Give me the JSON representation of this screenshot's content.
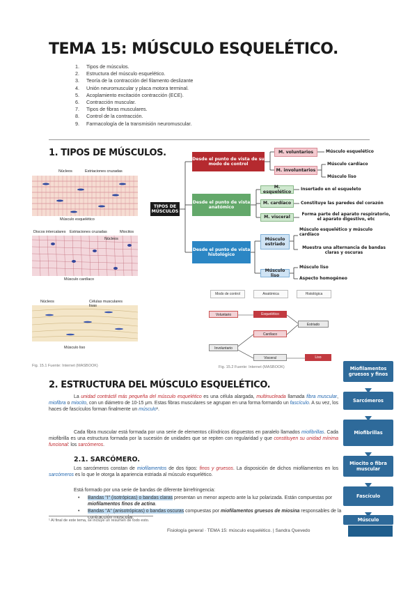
{
  "title": "TEMA 15: MÚSCULO ESQUELÉTICO.",
  "toc": [
    {
      "n": "1.",
      "text": "Tipos de músculos."
    },
    {
      "n": "2.",
      "text": "Estructura del músculo esquelético."
    },
    {
      "n": "3.",
      "text": "Teoría de la contracción del filamento deslizante"
    },
    {
      "n": "4.",
      "text": "Unión neuromuscular y placa motora terminal."
    },
    {
      "n": "5.",
      "text": "Acoplamiento excitación contracción (ECE)."
    },
    {
      "n": "6.",
      "text": "Contracción muscular."
    },
    {
      "n": "7.",
      "text": "Tipos de fibras musculares."
    },
    {
      "n": "8.",
      "text": "Control de la contracción."
    },
    {
      "n": "9.",
      "text": "Farmacología de la transmisión neuromuscular."
    }
  ],
  "section1": {
    "heading": "1. TIPOS DE MÚSCULOS.",
    "micro_labels": {
      "a_nucleos": "Núcleos",
      "a_estriaciones": "Estriaciones cruzadas",
      "a_title": "Músculo esquelético",
      "b_discos": "Discos intercalares",
      "b_estriaciones": "Estriaciones cruzadas",
      "b_miocitos": "Miocitos",
      "b_nucleos": "Núcleos",
      "b_title": "Músculo cardíaco",
      "c_nucleos": "Núcleos",
      "c_celulas": "Células musculares lisas",
      "c_title": "Músculo liso"
    },
    "caption_left": "Fig. 15.1 Fuente: Internet (MASBOOK)",
    "caption_right": "Fig. 15.2 Fuente: Internet (MASBOOK)"
  },
  "map": {
    "root": "TIPOS DE MÚSCULOS",
    "branch1": "Desde el punto de vista de su modo de control",
    "branch2": "Desde el punto de vista anatómico",
    "branch3": "Desde el punto de vista histológico",
    "b1_voluntarios": "M. voluntarios",
    "b1_involuntarios": "M. involuntarios",
    "b1_leaf1": "Músculo esquelético",
    "b1_leaf2": "Músculo cardíaco",
    "b1_leaf3": "Músculo liso",
    "b2_esq": "M. esquelético",
    "b2_card": "M. cardíaco",
    "b2_visc": "M. visceral",
    "b2_leaf1": "Insertado en el esqueleto",
    "b2_leaf2": "Constituye las paredes del corazón",
    "b2_leaf3": "Forma parte del aparato respiratorio, el aparato digestivo, etc",
    "b3_estriado": "Músculo estriado",
    "b3_liso": "Músculo liso",
    "b3_leaf1": "Músculo esquelético y músculo cardíaco",
    "b3_leaf2": "Muestra una alternancia de bandas claras y oscuras",
    "b3_leaf3": "Músculo liso",
    "b3_leaf4": "Aspecto homogéneo"
  },
  "diagram": {
    "col1": "Modo de control",
    "col2": "Anatómica",
    "col3": "Histológica",
    "voluntario": "Voluntario",
    "esqueletico": "Esquelético",
    "estriado": "Estriado",
    "cardiaco": "Cardíaco",
    "involuntario": "Involuntario",
    "visceral": "Visceral",
    "liso": "Liso"
  },
  "flow": [
    "Miofilamentos gruesos y finos",
    "Sarcómeros",
    "Miofibrillas",
    "Miocito o fibra muscular",
    "Fascículo",
    "Músculo"
  ],
  "section2": {
    "heading": "2. ESTRUCTURA DEL MÚSCULO ESQUELÉTICO.",
    "p1_a": "La ",
    "p1_b": "unidad contráctil más pequeña del músculo esquelético",
    "p1_c": " es una célula alargada, ",
    "p1_d": "multinucleada",
    "p1_e": " llamada ",
    "p1_f": "fibra muscular",
    "p1_g": ", ",
    "p1_h": "miofibra",
    "p1_i": " o ",
    "p1_j": "miocito",
    "p1_k": ", con un diámetro de 10-15 μm. Estas fibras musculares se agrupan en una forma formando un ",
    "p1_l": "fascículo",
    "p1_m": ". A su vez, los haces de fascículos forman finalmente un ",
    "p1_n": "músculo",
    "p1_o": "¹.",
    "p2_a": "Cada fibra muscular está formada por una serie de elementos cilíndricos dispuestos en paralelo llamados ",
    "p2_b": "miofibrillas",
    "p2_c": ". Cada miofibrilla es una estructura formada por la sucesión de unidades que se repiten con regularidad y que ",
    "p2_d": "constituyen su unidad mínima funcional",
    "p2_e": ": los ",
    "p2_f": "sarcómeros",
    "p2_g": ".",
    "sub": "2.1. SARCÓMERO.",
    "p3_a": "Los sarcómeros constan de ",
    "p3_b": "miofilamentos",
    "p3_c": " de dos tipos: ",
    "p3_d": "finos y gruesos",
    "p3_e": ". La disposición de dichos miofilamentos en los ",
    "p3_f": "sarcómeros",
    "p3_g": " es lo que le otorga la apariencia estriada al músculo esquelético.",
    "p4": "Está formado por una serie de bandas de diferente birrefringencia:",
    "bullet1_a": "Bandas \"I\" (isotrópicas) o bandas claras",
    "bullet1_b": " presentan un menor aspecto ante la luz polarizada. Están compuestas por ",
    "bullet1_c": "miofilamentos finos de actina",
    "bullet1_d": ".",
    "bullet2_a": "Bandas \"A\" (anisotrópicas) o bandas oscuras",
    "bullet2_b": " compuestas por ",
    "bullet2_c": "miofilamentos gruesos de miosina",
    "bullet2_d": " responsables de la contracción muscular."
  },
  "footnote": "¹ Al final de este tema, se incluye un resumen de todo esto.",
  "footer": "Fisiología general · TEMA 15: músculo esquelético. | Sandra Quevedo"
}
